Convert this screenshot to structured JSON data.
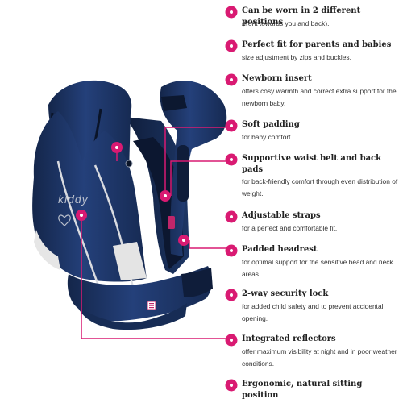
{
  "features": [
    {
      "title": "Can be worn in 2 different positions",
      "desc": "(front towards you and back)."
    },
    {
      "title": "Perfect fit for parents and babies",
      "desc": "size adjustment by zips and buckles."
    },
    {
      "title": "Newborn insert",
      "desc": "offers cosy warmth and correct extra support for the newborn baby."
    },
    {
      "title": "Soft padding",
      "desc": "for baby comfort."
    },
    {
      "title": "Supportive waist belt and back pads",
      "desc": "for back-friendly comfort through even distribution of weight."
    },
    {
      "title": "Adjustable straps",
      "desc": "for a perfect and comfortable fit."
    },
    {
      "title": "Padded headrest",
      "desc": "for optimal support for the sensitive head and neck areas."
    },
    {
      "title": "2-way security lock",
      "desc": "for added child safety and to prevent accidental opening."
    },
    {
      "title": "Integrated reflectors",
      "desc": "offer maximum visibility at night and in poor weather conditions."
    },
    {
      "title": "Ergonomic, natural sitting position",
      "desc": ""
    }
  ],
  "product": {
    "brand_logo": "kiddy"
  },
  "colors": {
    "accent": "#d91a72",
    "carrier_navy": "#1c3157",
    "carrier_dark": "#13213d",
    "trim": "#e8e8e8"
  }
}
